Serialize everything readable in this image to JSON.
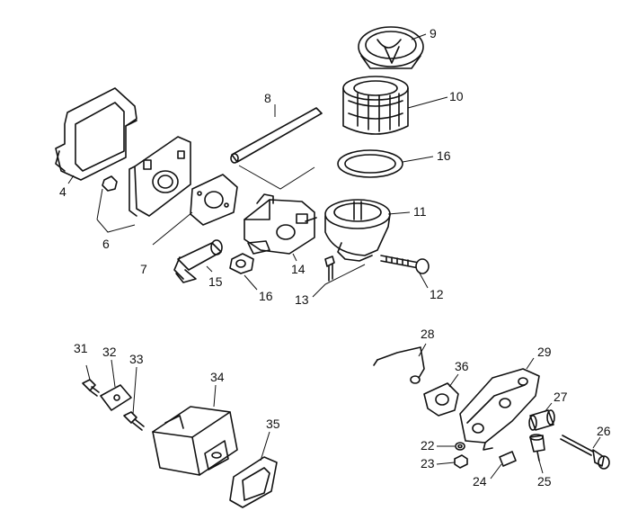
{
  "diagram": {
    "callouts": [
      {
        "id": "c4",
        "label": "4"
      },
      {
        "id": "c6",
        "label": "6"
      },
      {
        "id": "c7",
        "label": "7"
      },
      {
        "id": "c8",
        "label": "8"
      },
      {
        "id": "c9",
        "label": "9"
      },
      {
        "id": "c10",
        "label": "10"
      },
      {
        "id": "c16a",
        "label": "16"
      },
      {
        "id": "c11",
        "label": "11"
      },
      {
        "id": "c12",
        "label": "12"
      },
      {
        "id": "c13",
        "label": "13"
      },
      {
        "id": "c14",
        "label": "14"
      },
      {
        "id": "c15",
        "label": "15"
      },
      {
        "id": "c16b",
        "label": "16"
      },
      {
        "id": "c28",
        "label": "28"
      },
      {
        "id": "c29",
        "label": "29"
      },
      {
        "id": "c36",
        "label": "36"
      },
      {
        "id": "c27",
        "label": "27"
      },
      {
        "id": "c26",
        "label": "26"
      },
      {
        "id": "c22",
        "label": "22"
      },
      {
        "id": "c23",
        "label": "23"
      },
      {
        "id": "c24",
        "label": "24"
      },
      {
        "id": "c25",
        "label": "25"
      },
      {
        "id": "c31",
        "label": "31"
      },
      {
        "id": "c32",
        "label": "32"
      },
      {
        "id": "c33",
        "label": "33"
      },
      {
        "id": "c34",
        "label": "34"
      },
      {
        "id": "c35",
        "label": "35"
      }
    ]
  }
}
